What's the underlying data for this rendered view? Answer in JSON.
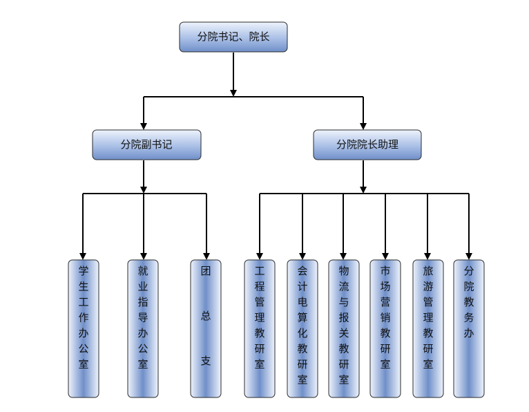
{
  "diagram": {
    "type": "org-chart",
    "nodes": {
      "dean": {
        "label": "分院书记、院长"
      },
      "deputy_secretary": {
        "label": "分院副书记"
      },
      "dean_assistant": {
        "label": "分院院长助理"
      },
      "student_affairs": {
        "label": "学生工作办公室"
      },
      "employment_guidance": {
        "label": "就业指导办公室"
      },
      "youth_league": {
        "label": "团总支"
      },
      "engineering_mgmt": {
        "label": "工程管理教研室"
      },
      "computerized_accounting": {
        "label": "会计电算化教研室"
      },
      "logistics_customs": {
        "label": "物流与报关教研室"
      },
      "marketing": {
        "label": "市场营销教研室"
      },
      "tourism_mgmt": {
        "label": "旅游管理教研室"
      },
      "academic_affairs": {
        "label": "分院教务办"
      }
    },
    "edges": [
      {
        "from": "dean",
        "to": "deputy_secretary"
      },
      {
        "from": "dean",
        "to": "dean_assistant"
      },
      {
        "from": "deputy_secretary",
        "to": "student_affairs"
      },
      {
        "from": "deputy_secretary",
        "to": "employment_guidance"
      },
      {
        "from": "deputy_secretary",
        "to": "youth_league"
      },
      {
        "from": "dean_assistant",
        "to": "engineering_mgmt"
      },
      {
        "from": "dean_assistant",
        "to": "computerized_accounting"
      },
      {
        "from": "dean_assistant",
        "to": "logistics_customs"
      },
      {
        "from": "dean_assistant",
        "to": "marketing"
      },
      {
        "from": "dean_assistant",
        "to": "tourism_mgmt"
      },
      {
        "from": "dean_assistant",
        "to": "academic_affairs"
      }
    ],
    "colors": {
      "box_dark": "#6f8fc9",
      "box_mid": "#a9bfe6",
      "box_light": "#eef3fc",
      "stroke": "#2a2a2a",
      "connector": "#000000",
      "background": "#ffffff"
    }
  }
}
